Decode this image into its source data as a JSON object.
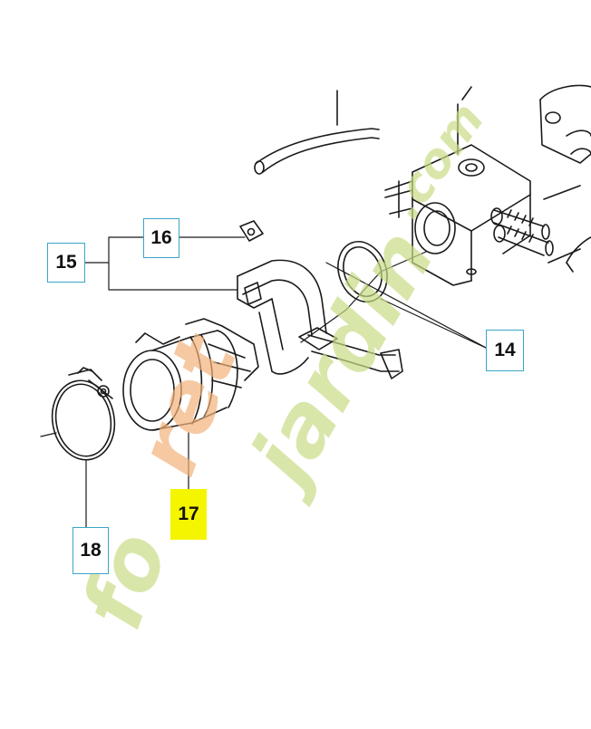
{
  "callouts": {
    "c14": "14",
    "c15": "15",
    "c16": "16",
    "c17": "17",
    "c18": "18"
  },
  "watermark": {
    "text_fo": "fo",
    "text_ret": "ret",
    "text_jardin": "jardin",
    "text_com": ".com"
  },
  "colors": {
    "line": "#1a1a1a",
    "callout_border": "#3aa6c6",
    "highlight": "#f5f500",
    "watermark_green": "#c9dc86",
    "watermark_orange": "#f2b27a"
  }
}
